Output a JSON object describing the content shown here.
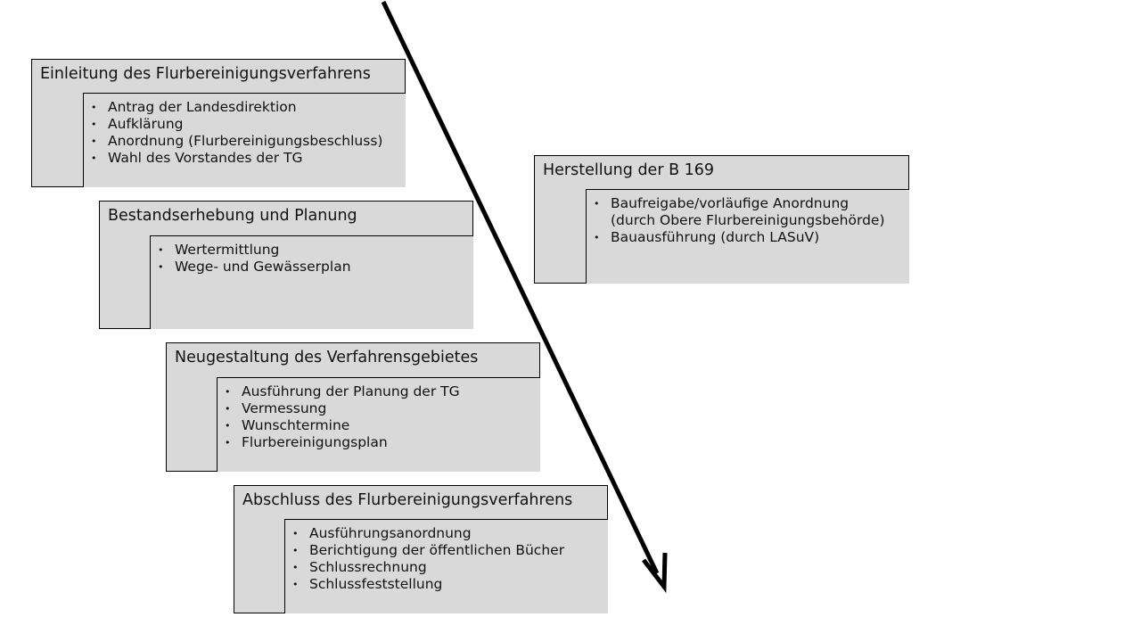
{
  "boxes": [
    {
      "title": "Einleitung des Flurbereinigungsverfahrens",
      "items": [
        [
          "Antrag der Landesdirektion"
        ],
        [
          "Aufklärung"
        ],
        [
          "Anordnung (Flurbereinigungsbeschluss)"
        ],
        [
          "Wahl des Vorstandes der TG"
        ]
      ]
    },
    {
      "title": "Bestandserhebung und Planung",
      "items": [
        [
          "Wertermittlung"
        ],
        [
          "Wege- und Gewässerplan"
        ]
      ]
    },
    {
      "title": "Neugestaltung des Verfahrensgebietes",
      "items": [
        [
          "Ausführung der Planung der TG"
        ],
        [
          "Vermessung"
        ],
        [
          "Wunschtermine"
        ],
        [
          "Flurbereinigungsplan"
        ]
      ]
    },
    {
      "title": "Abschluss des Flurbereinigungsverfahrens",
      "items": [
        [
          "Ausführungsanordnung"
        ],
        [
          "Berichtigung der öffentlichen Bücher"
        ],
        [
          "Schlussrechnung"
        ],
        [
          "Schlussfeststellung"
        ]
      ]
    },
    {
      "title": "Herstellung der B 169",
      "items": [
        [
          "Baufreigabe/vorläufige Anordnung",
          "(durch Obere Flurbereinigungsbehörde)"
        ],
        [
          "Bauausführung (durch LASuV)"
        ]
      ]
    }
  ],
  "colors": {
    "box_fill": "#d9d9d9",
    "border": "#000000",
    "arrow": "#000000"
  }
}
